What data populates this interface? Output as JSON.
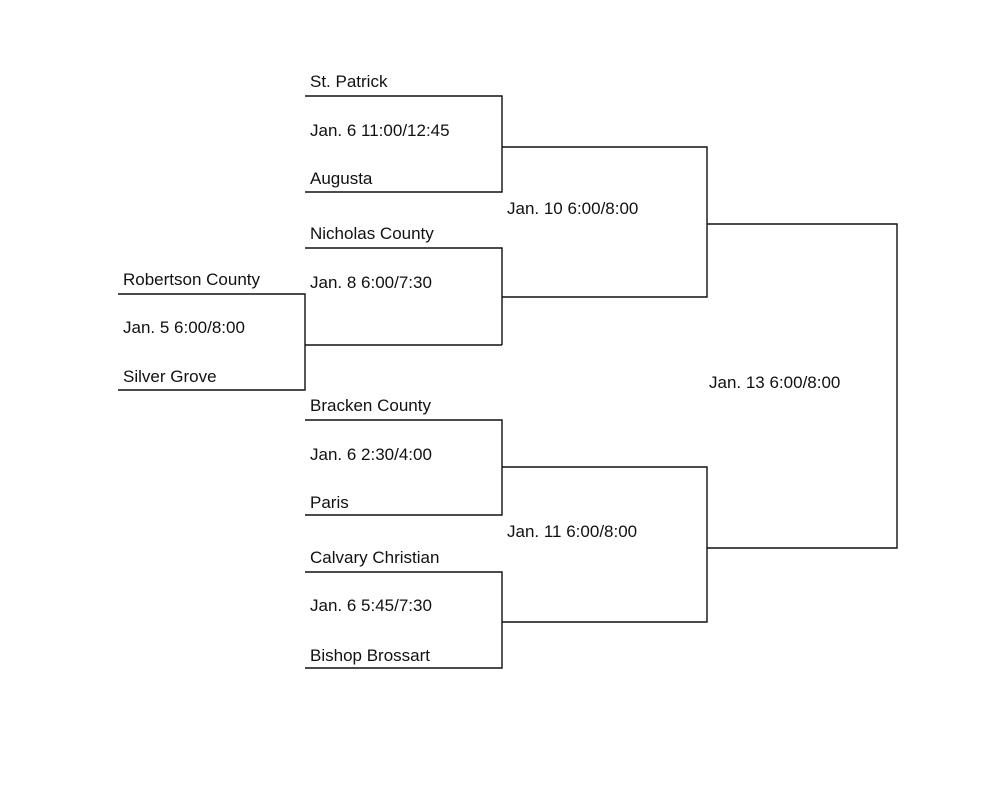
{
  "first_round": {
    "team_top": "Robertson County",
    "schedule": "Jan. 5 6:00/8:00",
    "team_bottom": "Silver Grove"
  },
  "quarterfinals": [
    {
      "team_top": "St. Patrick",
      "schedule": "Jan. 6 11:00/12:45",
      "team_bottom": "Augusta"
    },
    {
      "team_top": "Nicholas County",
      "schedule": "Jan. 8 6:00/7:30",
      "team_bottom": ""
    },
    {
      "team_top": "Bracken County",
      "schedule": "Jan. 6 2:30/4:00",
      "team_bottom": "Paris"
    },
    {
      "team_top": "Calvary Christian",
      "schedule": "Jan. 6 5:45/7:30",
      "team_bottom": "Bishop Brossart"
    }
  ],
  "semifinals": [
    {
      "schedule": "Jan. 10 6:00/8:00"
    },
    {
      "schedule": "Jan. 11 6:00/8:00"
    }
  ],
  "final": {
    "schedule": "Jan. 13 6:00/8:00"
  },
  "line_color": "#111111"
}
